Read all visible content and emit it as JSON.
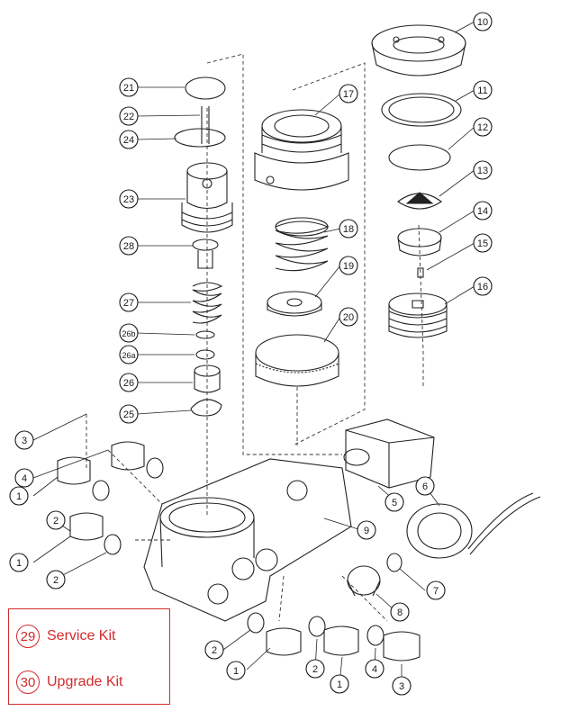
{
  "callouts": [
    "1",
    "2",
    "3",
    "4",
    "5",
    "6",
    "7",
    "8",
    "9",
    "10",
    "11",
    "12",
    "13",
    "14",
    "15",
    "16",
    "17",
    "18",
    "19",
    "20",
    "21",
    "22",
    "23",
    "24",
    "25",
    "26",
    "26a",
    "26b",
    "27",
    "28"
  ],
  "legend": {
    "items": [
      {
        "num": "29",
        "label": "Service Kit"
      },
      {
        "num": "30",
        "label": "Upgrade Kit"
      }
    ]
  },
  "colors": {
    "line": "#1a1a1a",
    "accent": "#d42a2a"
  }
}
